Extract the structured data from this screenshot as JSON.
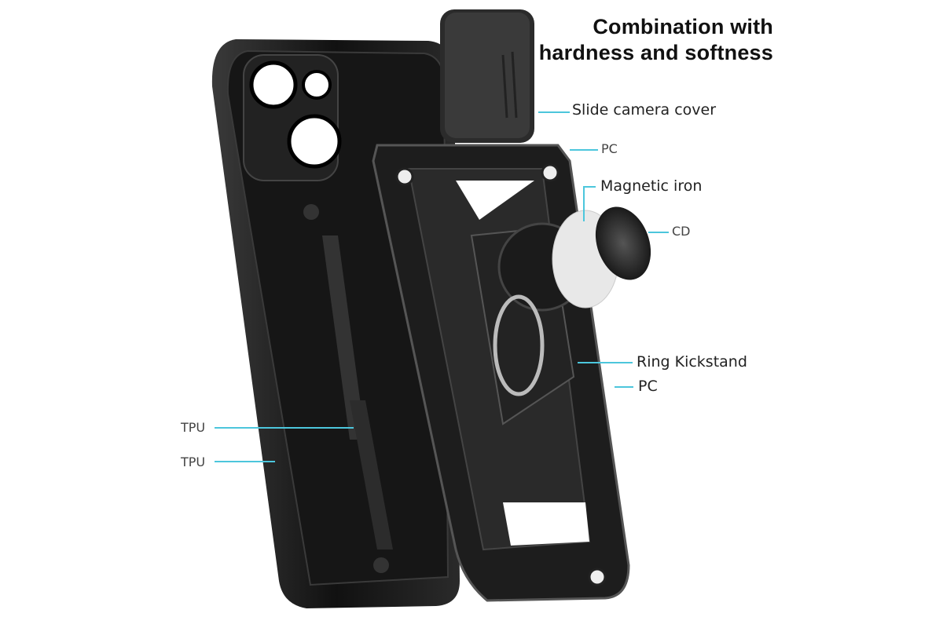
{
  "title": {
    "line1": "Combination with",
    "line2": "hardness and softness"
  },
  "labels": {
    "slide_camera_cover": "Slide camera cover",
    "pc_top": "PC",
    "magnetic_iron": "Magnetic iron",
    "cd": "CD",
    "ring_kickstand": "Ring Kickstand",
    "pc_bottom": "PC",
    "tpu_upper": "TPU",
    "tpu_lower": "TPU"
  },
  "colors": {
    "leader_line": "#4cc6dc",
    "case": "#1a1a1a"
  }
}
